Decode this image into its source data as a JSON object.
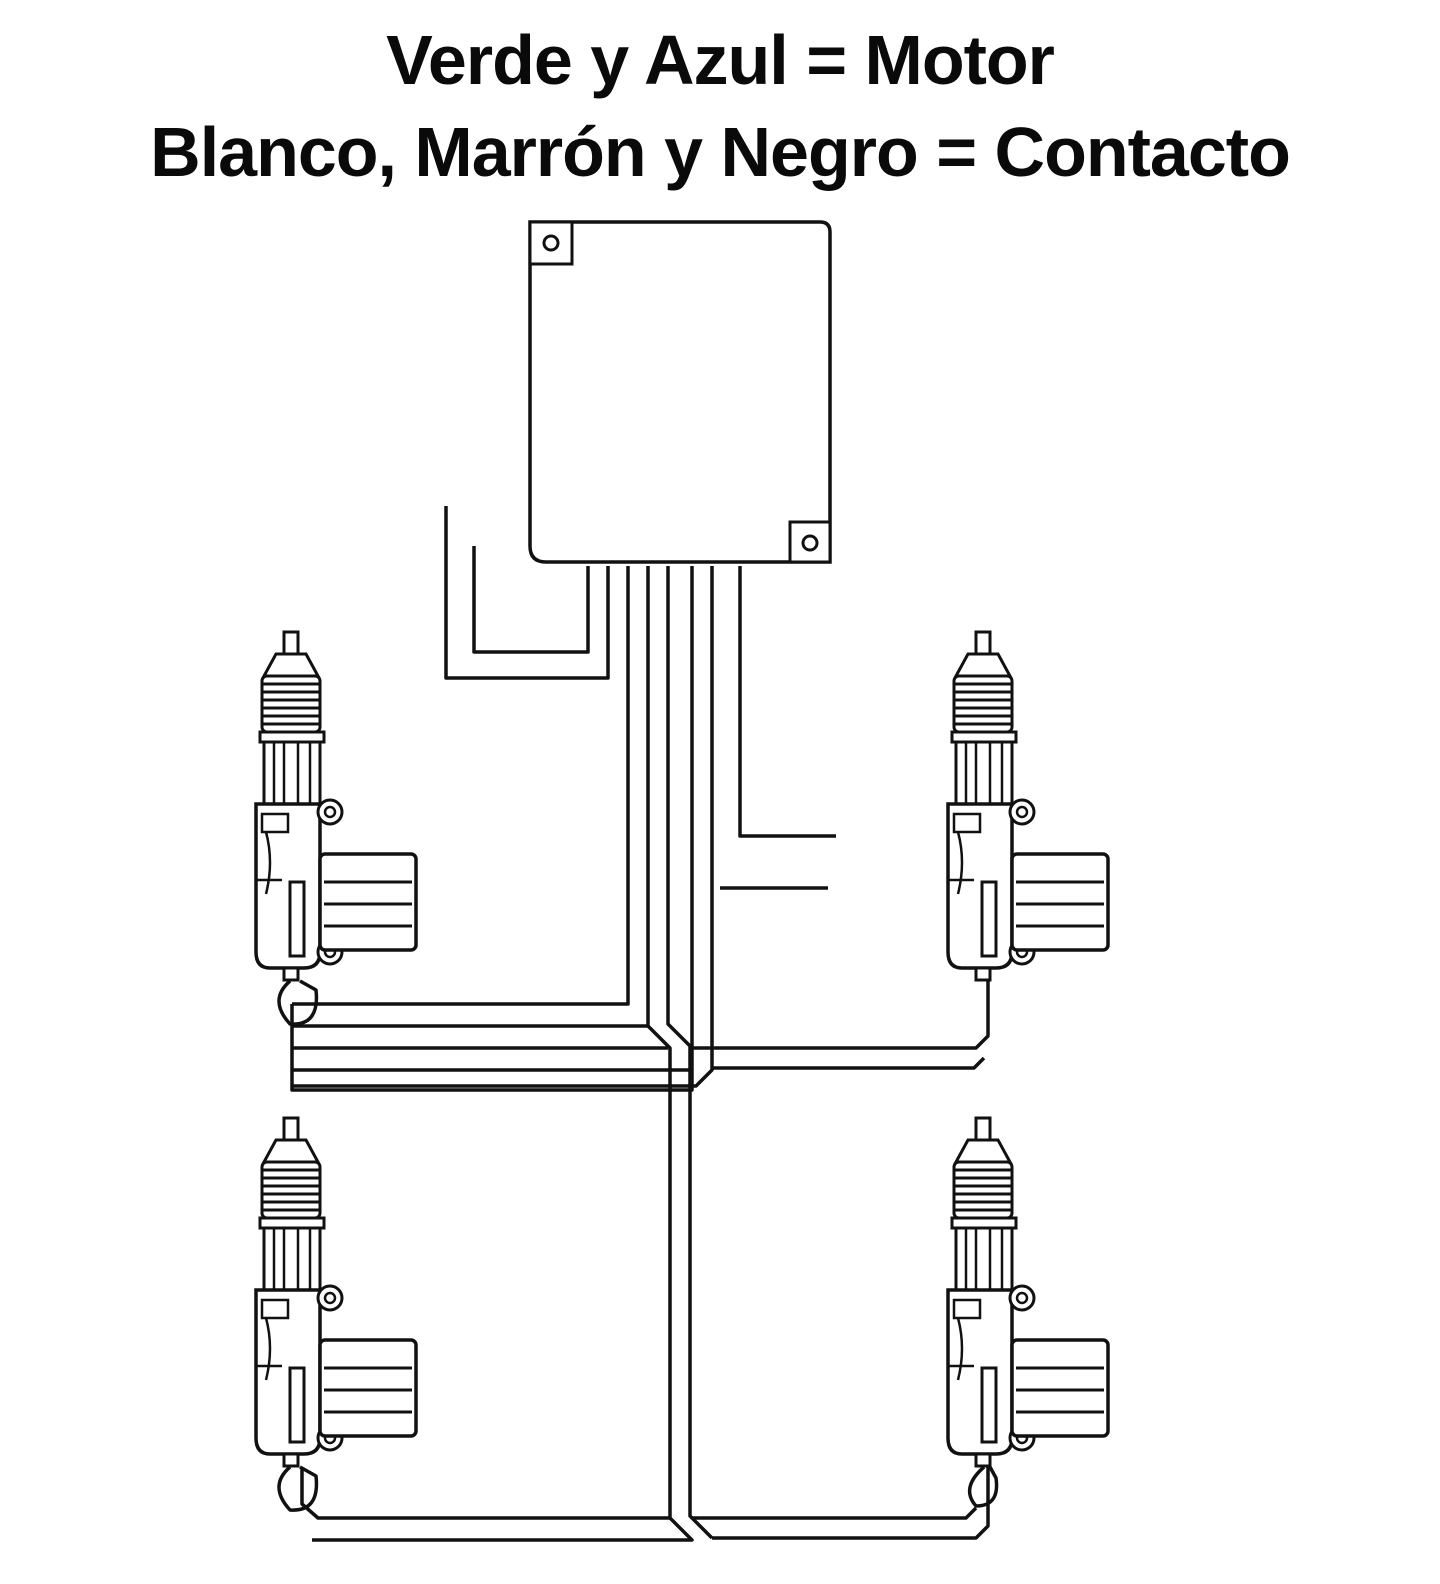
{
  "title": {
    "line1": "Verde y Azul = Motor",
    "line2": "Blanco, Marrón y Negro = Contacto"
  },
  "diagram": {
    "nodes": [
      {
        "id": "control-module",
        "kind": "box",
        "label": ""
      },
      {
        "id": "actuator-front-left",
        "kind": "door-lock-actuator",
        "label": ""
      },
      {
        "id": "actuator-front-right",
        "kind": "door-lock-actuator",
        "label": ""
      },
      {
        "id": "actuator-rear-left",
        "kind": "door-lock-actuator",
        "label": ""
      },
      {
        "id": "actuator-rear-right",
        "kind": "door-lock-actuator",
        "label": ""
      }
    ],
    "edges": [
      {
        "from": "control-module",
        "to": "actuator-front-left"
      },
      {
        "from": "control-module",
        "to": "actuator-front-right"
      },
      {
        "from": "control-module",
        "to": "actuator-rear-left"
      },
      {
        "from": "control-module",
        "to": "actuator-rear-right"
      }
    ],
    "colors": {
      "line": "#111111",
      "background": "#ffffff"
    }
  }
}
